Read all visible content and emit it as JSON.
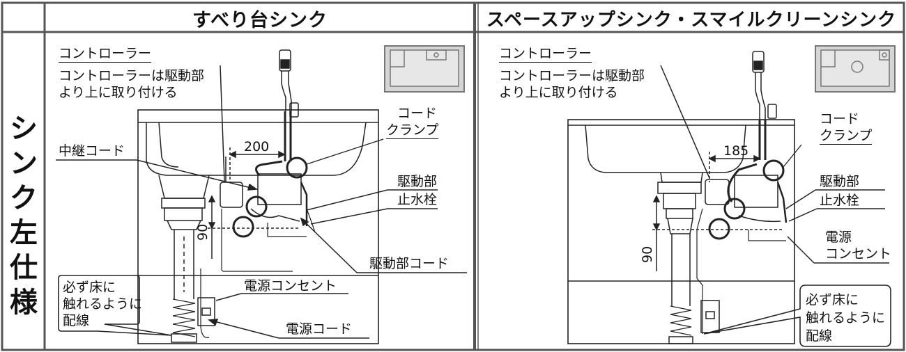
{
  "headers": {
    "left": "すべり台シンク",
    "right": "スペースアップシンク・スマイルクリーンシンク"
  },
  "side_label": [
    "シ",
    "ン",
    "ク",
    "左",
    "仕",
    "様"
  ],
  "left_panel": {
    "controller": "コントローラー",
    "controller_note_1": "コントローラーは駆動部",
    "controller_note_2": "より上に取り付ける",
    "cord_clamp_1": "コード",
    "cord_clamp_2": "クランプ",
    "relay_cord": "中継コード",
    "dimension_h": "200",
    "dimension_v": "90",
    "drive_unit": "駆動部",
    "stop_valve": "止水栓",
    "drive_cord": "駆動部コード",
    "floor_note_1": "必ず床に",
    "floor_note_2": "触れるように",
    "floor_note_3": "配線",
    "outlet": "電源コンセント",
    "power_cord": "電源コード"
  },
  "right_panel": {
    "controller": "コントローラー",
    "controller_note_1": "コントローラーは駆動部",
    "controller_note_2": "より上に取り付ける",
    "cord_clamp_1": "コード",
    "cord_clamp_2": "クランプ",
    "dimension_h": "185",
    "dimension_v": "90",
    "drive_unit": "駆動部",
    "stop_valve": "止水栓",
    "outlet_1": "電源",
    "outlet_2": "コンセント",
    "floor_note_1": "必ず床に",
    "floor_note_2": "触れるように",
    "floor_note_3": "配線"
  }
}
